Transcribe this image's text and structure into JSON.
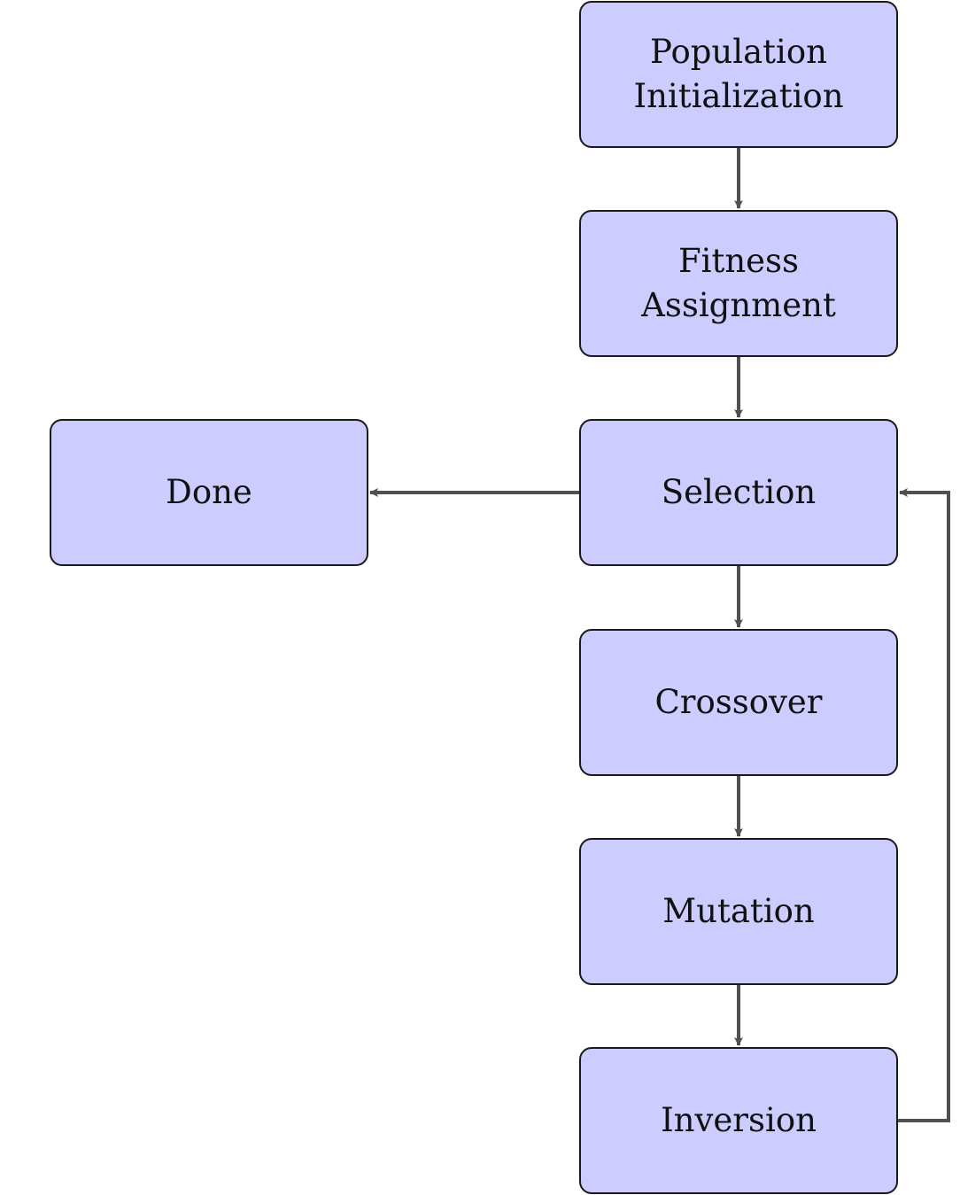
{
  "diagram": {
    "node_fill": "#ccccff",
    "edge_color": "#505050",
    "nodes": [
      {
        "id": "population",
        "label_lines": [
          "Population",
          "Initialization"
        ]
      },
      {
        "id": "fitness",
        "label_lines": [
          "Fitness",
          "Assignment"
        ]
      },
      {
        "id": "selection",
        "label_lines": [
          "Selection"
        ]
      },
      {
        "id": "crossover",
        "label_lines": [
          "Crossover"
        ]
      },
      {
        "id": "mutation",
        "label_lines": [
          "Mutation"
        ]
      },
      {
        "id": "inversion",
        "label_lines": [
          "Inversion"
        ]
      },
      {
        "id": "done",
        "label_lines": [
          "Done"
        ]
      }
    ],
    "edges": [
      {
        "from": "population",
        "to": "fitness"
      },
      {
        "from": "fitness",
        "to": "selection"
      },
      {
        "from": "selection",
        "to": "crossover"
      },
      {
        "from": "crossover",
        "to": "mutation"
      },
      {
        "from": "mutation",
        "to": "inversion"
      },
      {
        "from": "inversion",
        "to": "selection",
        "route": "loop-right"
      },
      {
        "from": "selection",
        "to": "done"
      }
    ]
  }
}
